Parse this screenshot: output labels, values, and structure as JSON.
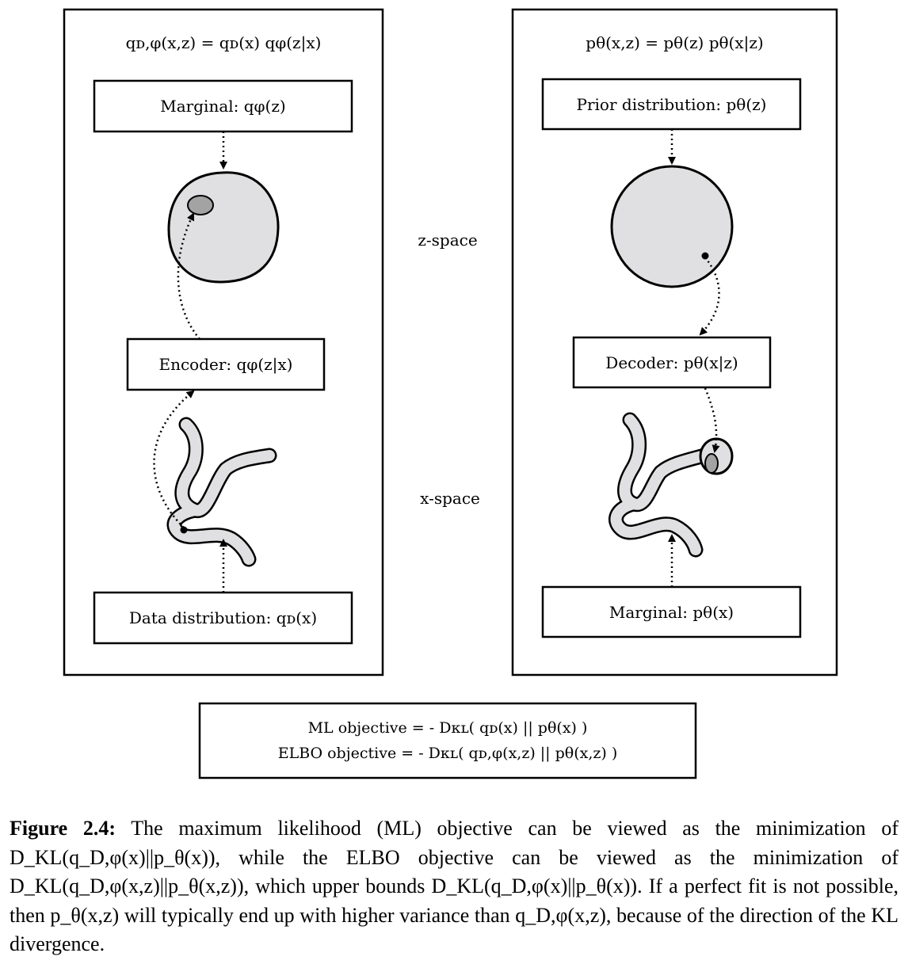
{
  "left_panel": {
    "header": "qᴅ,φ(x,z) = qᴅ(x) qφ(z|x)",
    "marginal_box": "Marginal: qφ(z)",
    "encoder_box": "Encoder: qφ(z|x)",
    "data_box": "Data distribution: qᴅ(x)"
  },
  "right_panel": {
    "header": "pθ(x,z) = pθ(z) pθ(x|z)",
    "prior_box": "Prior distribution: pθ(z)",
    "decoder_box": "Decoder: pθ(x|z)",
    "marginal_box": "Marginal: pθ(x)"
  },
  "space_labels": {
    "z_space": "z-space",
    "x_space": "x-space"
  },
  "objectives": {
    "ml": "ML objective = - Dᴋʟ( qᴅ(x) || pθ(x) )",
    "elbo": "ELBO objective = - Dᴋʟ( qᴅ,φ(x,z) || pθ(x,z) )"
  },
  "caption": {
    "label": "Figure 2.4:",
    "text": "The maximum likelihood (ML) objective can be viewed as the minimization of D_KL(q_D,φ(x)||p_θ(x)), while the ELBO objective can be viewed as the minimization of D_KL(q_D,φ(x,z)||p_θ(x,z)), which upper bounds D_KL(q_D,φ(x)||p_θ(x)). If a perfect fit is not possible, then p_θ(x,z) will typically end up with higher variance than q_D,φ(x,z), because of the direction of the KL divergence."
  },
  "colors": {
    "blob_fill": "#e0e0e2",
    "dark_fill": "#a3a3a3",
    "stroke": "#000000"
  }
}
